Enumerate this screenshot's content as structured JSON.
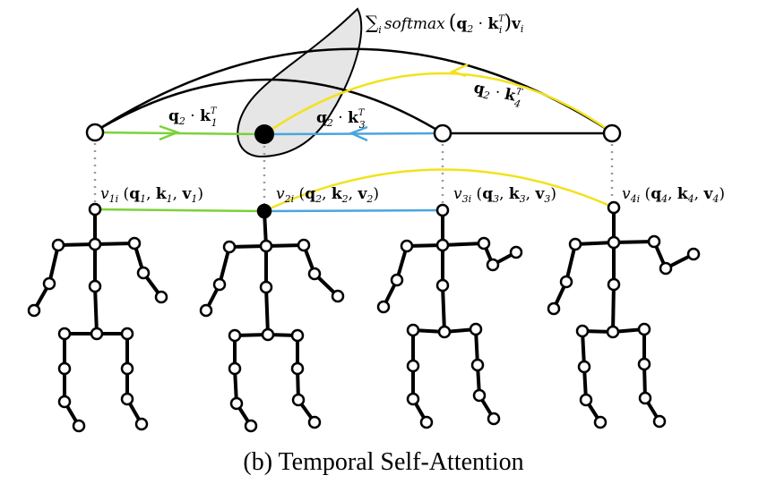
{
  "colors": {
    "green": "#7dd13a",
    "blue": "#4aa6dd",
    "yellow": "#f2e21b",
    "black": "#000000",
    "shade": "#e6e6e6",
    "dotted": "#999999"
  },
  "formula": {
    "sum": "∑",
    "sum_sub": "i",
    "softmax": "softmax",
    "lparen": "(",
    "q": "q",
    "q_sub": "2",
    "dot": " · ",
    "k": "k",
    "k_sub": "i",
    "k_sup": "T",
    "rparen": ")",
    "v": "v",
    "v_sub": "i"
  },
  "edge_labels": [
    {
      "q": "q",
      "q_sub": "2",
      "dot": " · ",
      "k": "k",
      "k_sub": "1",
      "k_sup": "T"
    },
    {
      "q": "q",
      "q_sub": "2",
      "dot": " · ",
      "k": "k",
      "k_sub": "3",
      "k_sup": "T"
    },
    {
      "q": "q",
      "q_sub": "2",
      "dot": " · ",
      "k": "k",
      "k_sub": "4",
      "k_sup": "T"
    }
  ],
  "frames": [
    {
      "v": "v",
      "v_sub": "1i",
      "open": " (",
      "q": "q",
      "q_sub": "1",
      "c1": ", ",
      "k": "k",
      "k_sub": "1",
      "c2": ", ",
      "vv": "v",
      "vv_sub": "1",
      "close": ")"
    },
    {
      "v": "v",
      "v_sub": "2i",
      "open": " (",
      "q": "q",
      "q_sub": "2",
      "c1": ", ",
      "k": "k",
      "k_sub": "2",
      "c2": ", ",
      "vv": "v",
      "vv_sub": "2",
      "close": ")"
    },
    {
      "v": "v",
      "v_sub": "3i",
      "open": " (",
      "q": "q",
      "q_sub": "3",
      "c1": ", ",
      "k": "k",
      "k_sub": "3",
      "c2": ", ",
      "vv": "v",
      "vv_sub": "3",
      "close": ")"
    },
    {
      "v": "v",
      "v_sub": "4i",
      "open": " (",
      "q": "q",
      "q_sub": "4",
      "c1": ", ",
      "k": "k",
      "k_sub": "4",
      "c2": ", ",
      "vv": "v",
      "vv_sub": "4",
      "close": ")"
    }
  ],
  "caption": "(b) Temporal Self-Attention"
}
